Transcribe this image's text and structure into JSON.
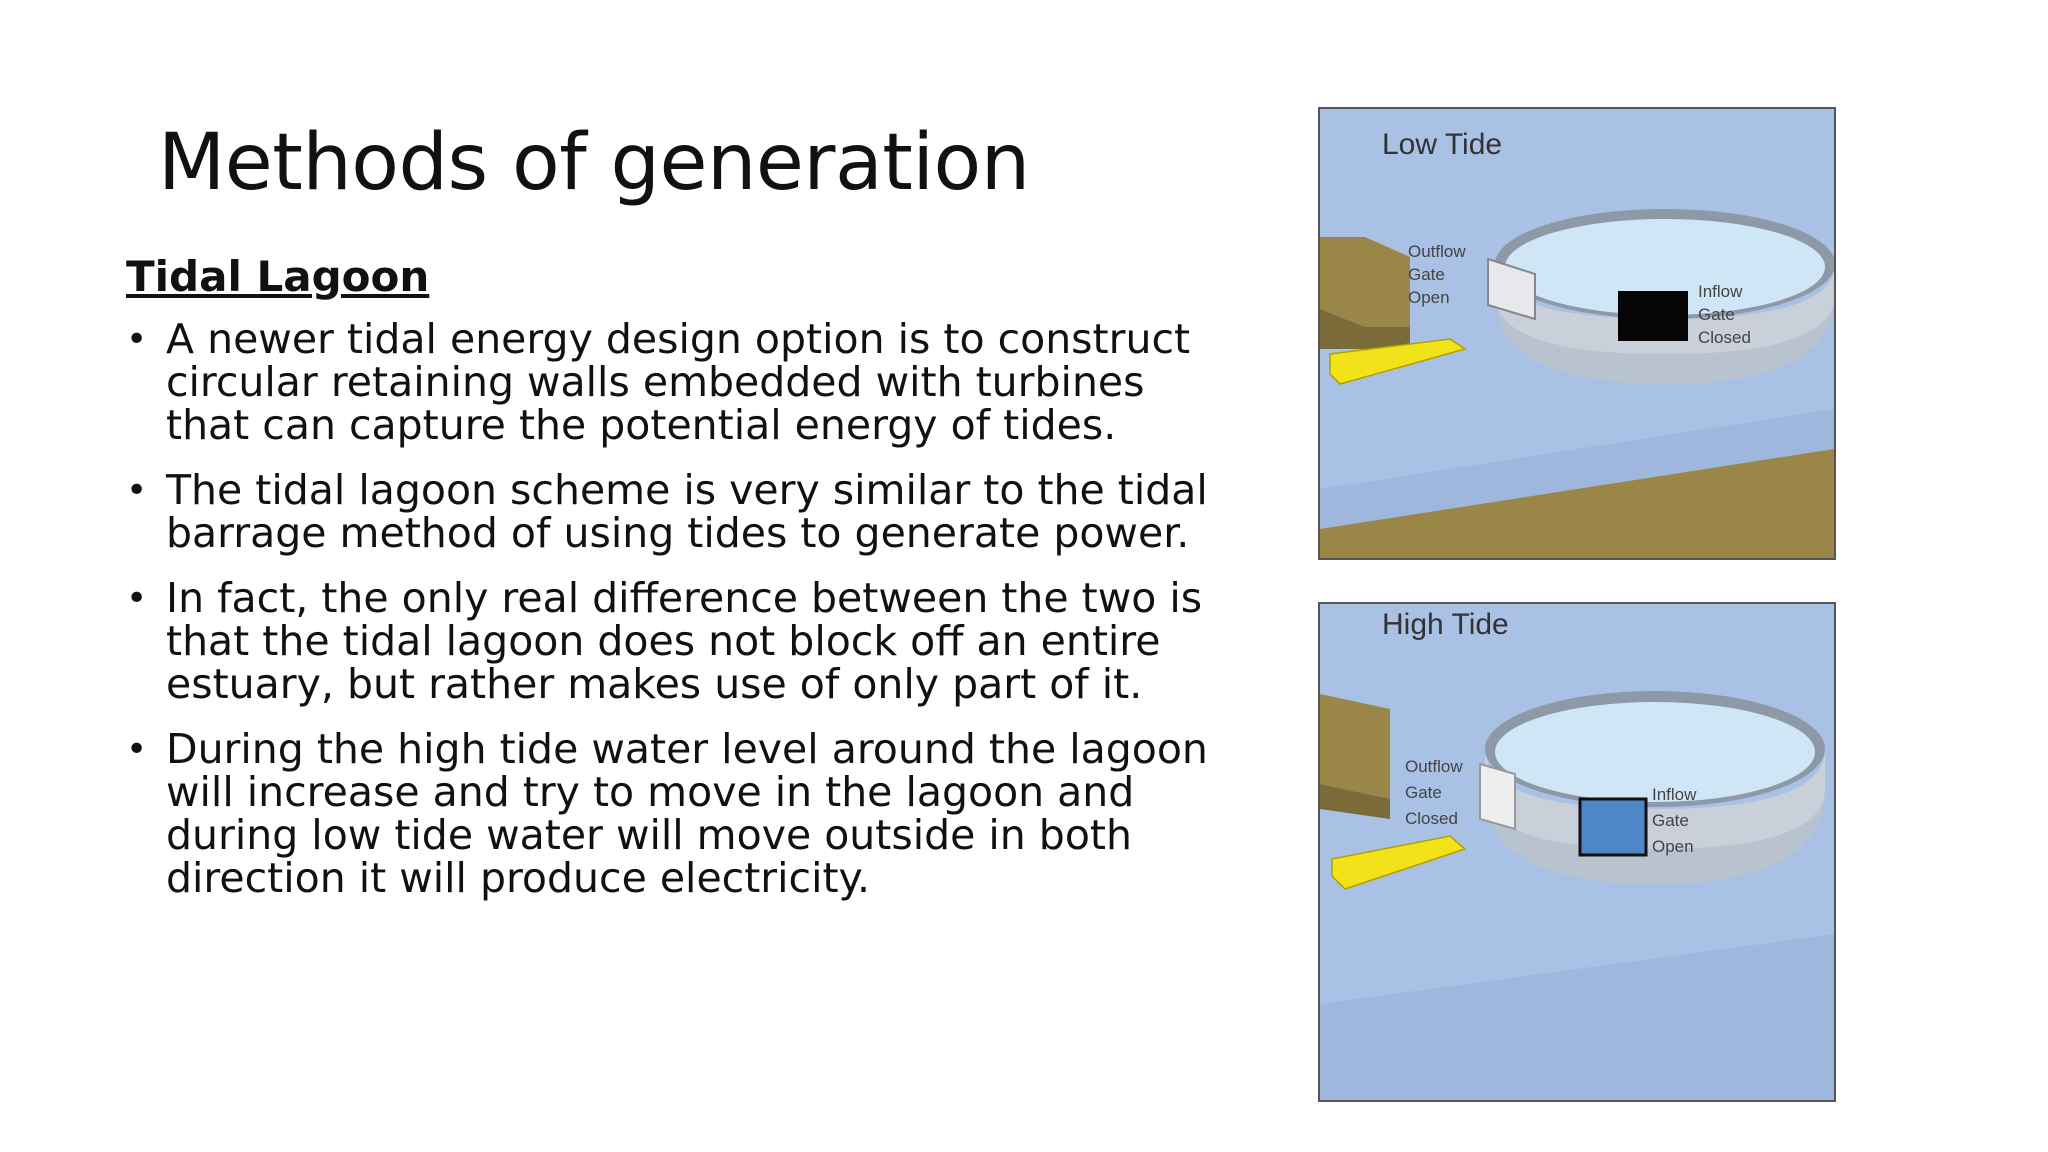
{
  "slide": {
    "title": "Methods of generation",
    "subheading": "Tidal Lagoon",
    "bullet_symbol": "•",
    "bullets": [
      "A newer tidal energy design option is to construct circular retaining walls embedded with turbines that can capture the potential energy of tides.",
      "The tidal lagoon scheme is very similar to the tidal barrage method of using tides to generate power.",
      "In fact, the only real difference between the two is that the tidal lagoon does not block off an entire estuary, but rather makes use of only part of it.",
      "During the high tide water level around the lagoon will increase and try to move in the lagoon and during low tide water will move outside in both direction it will produce electricity."
    ]
  },
  "figures": {
    "low_tide": {
      "title": "Low Tide",
      "outflow_label": [
        "Outflow",
        "Gate",
        "Open"
      ],
      "inflow_label": [
        "Inflow",
        "Gate",
        "Closed"
      ],
      "inflow_gate_color": "#050505"
    },
    "high_tide": {
      "title": "High Tide",
      "outflow_label": [
        "Outflow",
        "Gate",
        "Closed"
      ],
      "inflow_label": [
        "Inflow",
        "Gate",
        "Open"
      ],
      "inflow_gate_color": "#4f86c8"
    },
    "colors": {
      "sea": "#a9c1e4",
      "sand": "#9a8748",
      "wall": "#b9c2cf",
      "lagoon_water": "#cfe6f7",
      "flow_arrow": "#f1e21a"
    }
  }
}
